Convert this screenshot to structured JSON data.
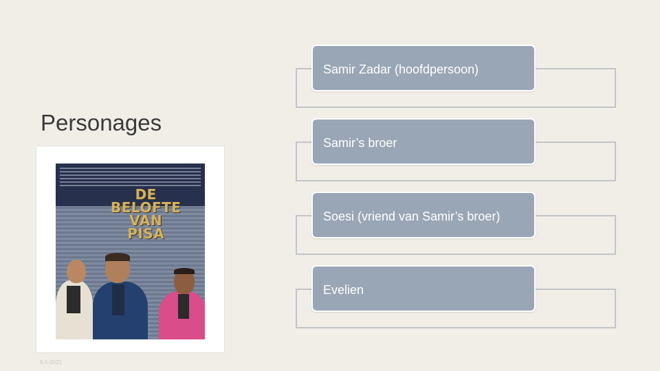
{
  "slide": {
    "title": "Personages",
    "date": "6-5-2021"
  },
  "poster": {
    "title": "DE BELOFTE VAN PISA"
  },
  "characters": [
    {
      "label": "Samir Zadar (hoofdpersoon)"
    },
    {
      "label": "Samir’s broer"
    },
    {
      "label": "Soesi (vriend van Samir’s broer)"
    },
    {
      "label": "Evelien"
    }
  ],
  "colors": {
    "background": "#f1eee8",
    "box_fill": "#99a6b6",
    "box_border": "#ffffff",
    "connector": "#c1c4c8",
    "title_text": "#3a3a3a",
    "poster_title": "#d6b25c"
  }
}
